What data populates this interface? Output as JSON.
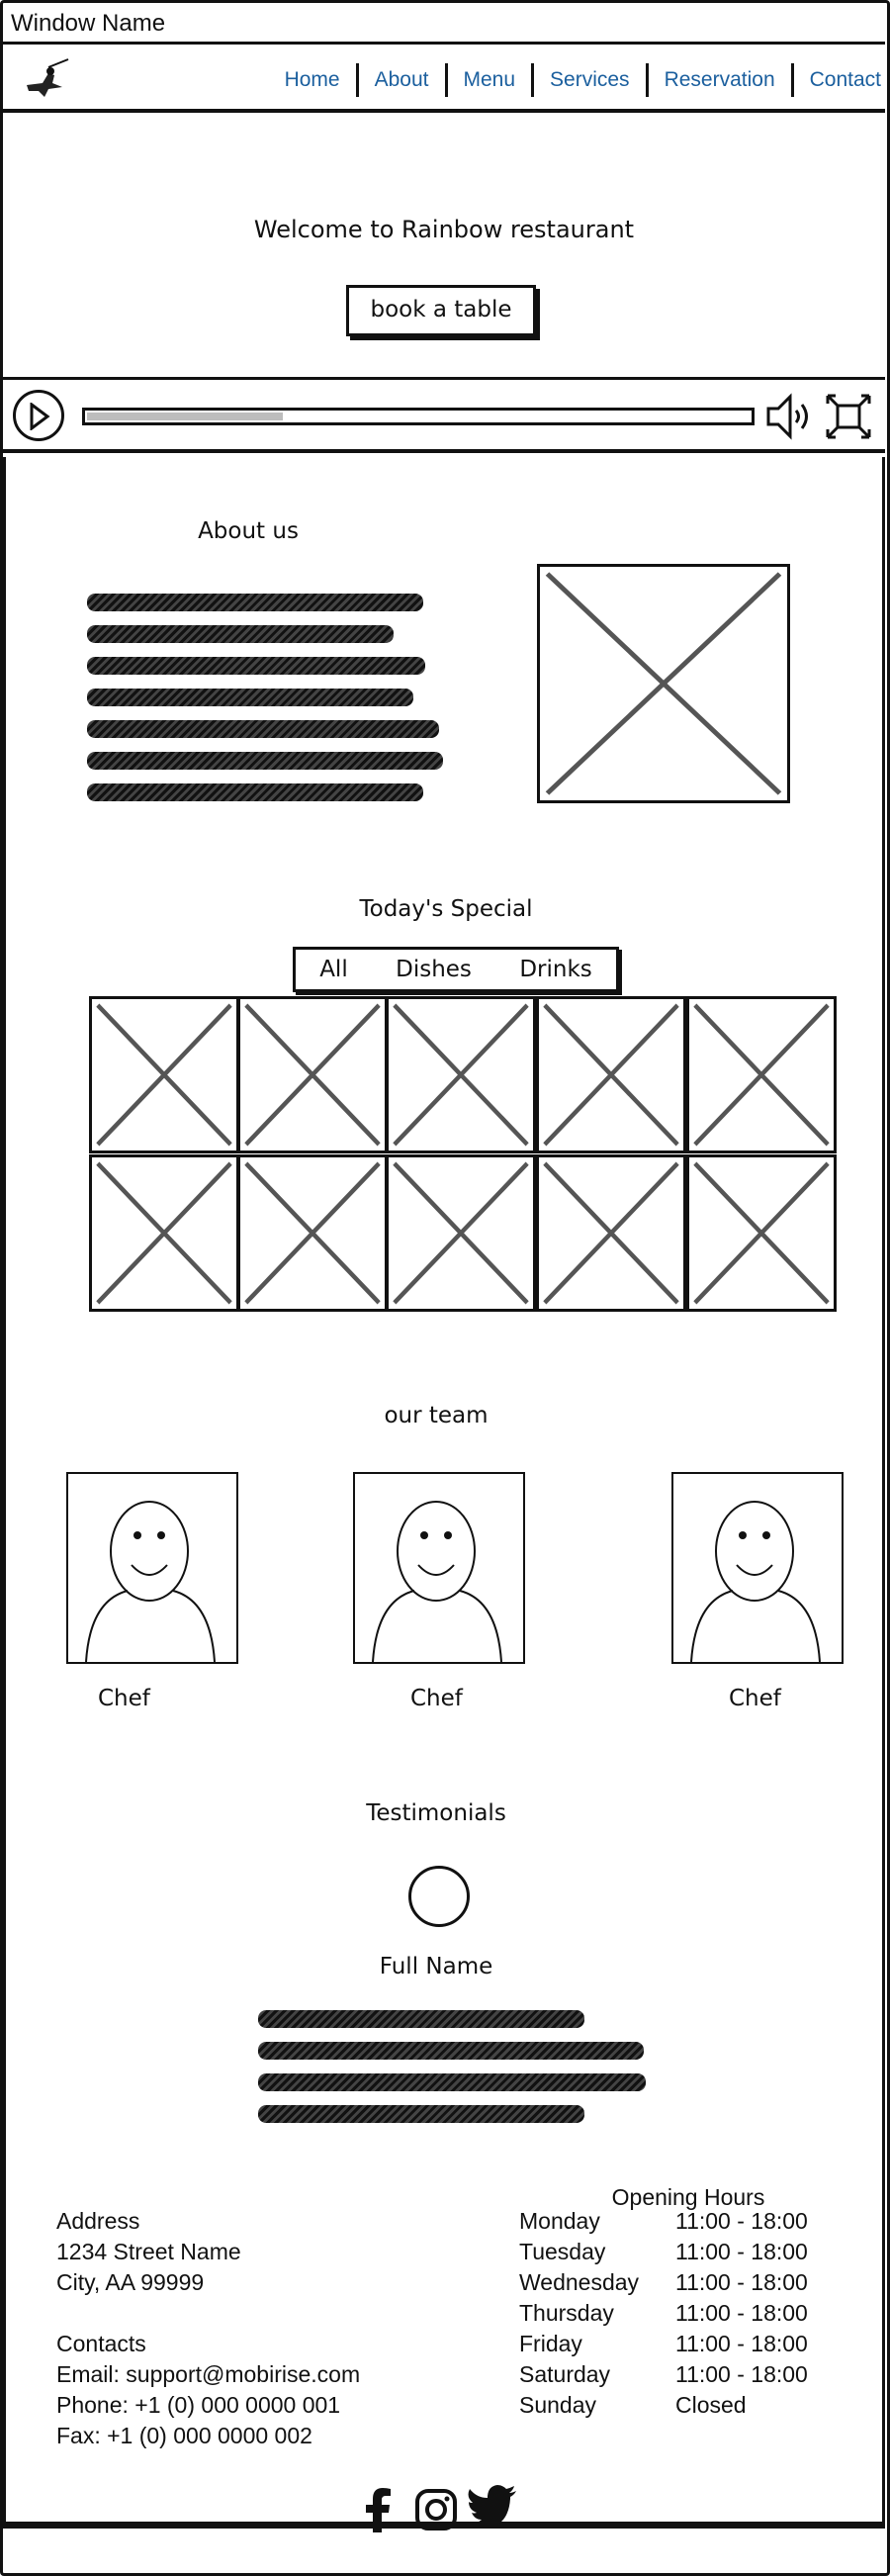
{
  "window": {
    "title": "Window Name"
  },
  "nav": {
    "items": [
      "Home",
      "About",
      "Menu",
      "Services",
      "Reservation",
      "Contact"
    ]
  },
  "hero": {
    "title": "Welcome to Rainbow restaurant",
    "button": "book a table"
  },
  "player": {
    "progress": 0.3
  },
  "about": {
    "title": "About us"
  },
  "special": {
    "title": "Today's Special",
    "filters": [
      "All",
      "Dishes",
      "Drinks"
    ]
  },
  "team": {
    "title": "our team",
    "members": [
      {
        "role": "Chef"
      },
      {
        "role": "Chef"
      },
      {
        "role": "Chef"
      }
    ]
  },
  "testimonials": {
    "title": "Testimonials",
    "name": "Full Name"
  },
  "footer": {
    "address_title": "Address",
    "address_line1": "1234 Street Name",
    "address_line2": "City, AA 99999",
    "contacts_title": "Contacts",
    "email": "Email: support@mobirise.com",
    "phone": "Phone: +1 (0) 000 0000 001",
    "fax": "Fax: +1 (0) 000 0000 002",
    "hours_title": "Opening Hours",
    "hours": [
      {
        "day": "Monday",
        "time": "11:00 - 18:00"
      },
      {
        "day": "Tuesday",
        "time": "11:00 - 18:00"
      },
      {
        "day": "Wednesday",
        "time": "11:00 - 18:00"
      },
      {
        "day": "Thursday",
        "time": "11:00 - 18:00"
      },
      {
        "day": "Friday",
        "time": "11:00 - 18:00"
      },
      {
        "day": "Saturday",
        "time": "11:00 - 18:00"
      },
      {
        "day": "Sunday",
        "time": "Closed"
      }
    ],
    "social_icons": [
      "facebook-icon",
      "instagram-icon",
      "twitter-icon"
    ]
  }
}
